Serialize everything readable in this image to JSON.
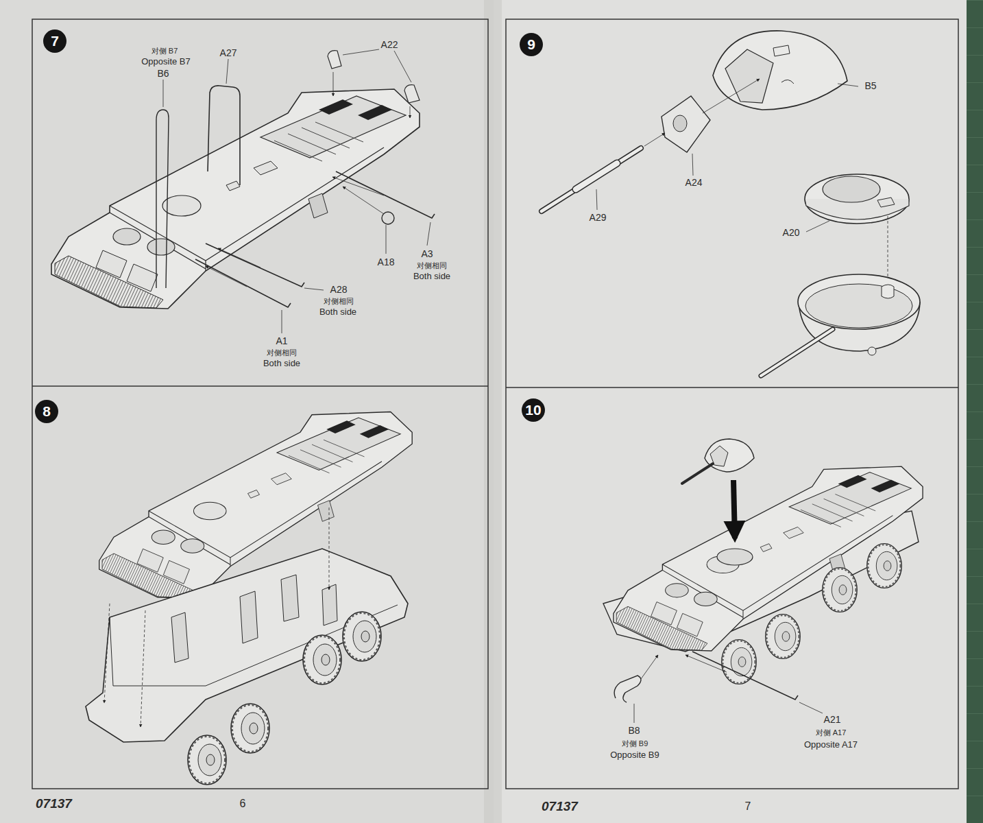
{
  "diagram": {
    "nodes": [
      {
        "text": [
          "7"
        ]
      },
      {
        "text": [
          "8"
        ]
      },
      {
        "text": [
          "9"
        ]
      },
      {
        "text": [
          "10"
        ]
      }
    ],
    "labels": [
      "对侧 B7",
      "Opposite B7",
      "B6",
      "A27",
      "A22",
      "A18",
      "A3",
      "对侧相同",
      "Both side",
      "A28",
      "对侧相同",
      "Both side",
      "A1",
      "对侧相同",
      "Both side",
      "B5",
      "A24",
      "A29",
      "A20",
      "B8",
      "对侧 B9",
      "Opposite B9",
      "A21",
      "对侧 A17",
      "Opposite A17",
      "07137",
      "6",
      "07137",
      "7"
    ]
  }
}
